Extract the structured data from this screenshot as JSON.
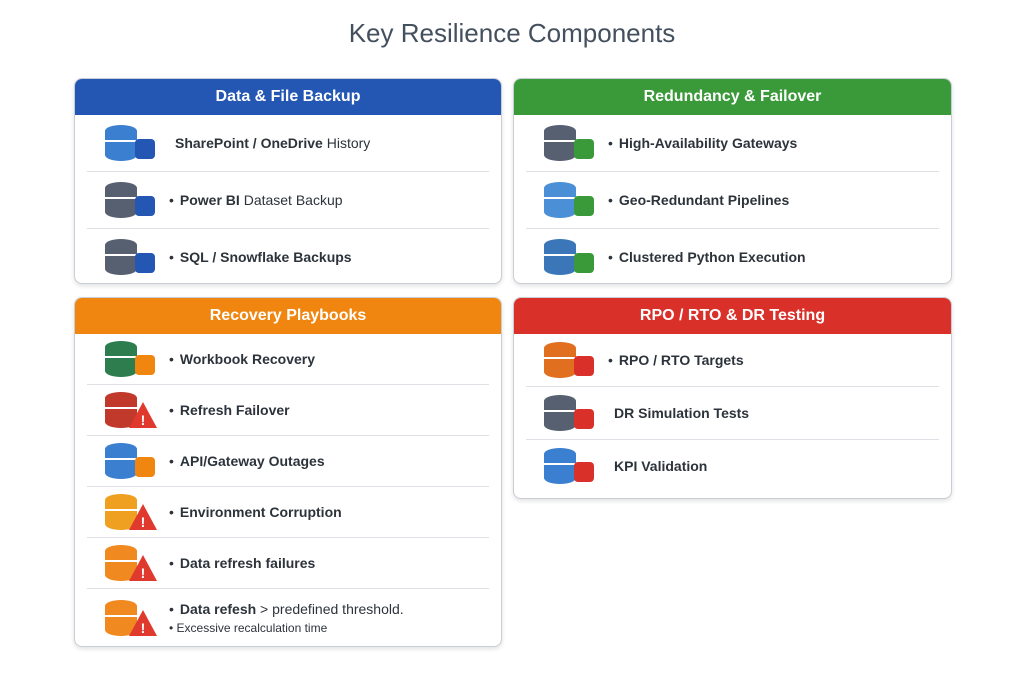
{
  "title": "Key Resilience Components",
  "cards": [
    {
      "title": "Data & File Backup",
      "color": "#2456b4",
      "items": [
        {
          "bold": "SharePoint / OneDrive",
          "rest": " History",
          "icon": "cloud-files-icon",
          "bullet": ""
        },
        {
          "bold": "Power BI",
          "rest": " Dataset Backup",
          "icon": "database-powerbi-icon",
          "bullet": "•"
        },
        {
          "bold": "SQL / Snowflake Backups",
          "rest": "",
          "icon": "database-snowflake-icon",
          "bullet": "•"
        }
      ]
    },
    {
      "title": "Redundancy & Failover",
      "color": "#3a9a3a",
      "items": [
        {
          "bold": "High-Availability Gateways",
          "rest": "",
          "icon": "database-upload-icon",
          "bullet": "•"
        },
        {
          "bold": "Geo-Redundant Pipelines",
          "rest": "",
          "icon": "cloud-pipeline-icon",
          "bullet": "•"
        },
        {
          "bold": "Clustered Python Execution",
          "rest": "",
          "icon": "python-cluster-icon",
          "bullet": "•"
        }
      ]
    },
    {
      "title": "Recovery Playbooks",
      "color": "#f0850f",
      "items": [
        {
          "bold": "Workbook Recovery",
          "rest": "",
          "icon": "excel-wrench-icon",
          "bullet": "•"
        },
        {
          "bold": "Refresh Failover",
          "rest": "",
          "icon": "database-alert-icon",
          "bullet": "•"
        },
        {
          "bold": "API/Gateway Outages",
          "rest": "",
          "icon": "cloud-gateway-icon",
          "bullet": "•"
        },
        {
          "bold": "Environment Corruption",
          "rest": "",
          "icon": "window-warning-icon",
          "bullet": "•"
        },
        {
          "bold": "Data refresh failures",
          "rest": "",
          "icon": "dashboard-warning-icon",
          "bullet": "•"
        },
        {
          "bold": "Data refesh",
          "rest": " > predefined threshold.",
          "sub": "• Excessive recalculation time",
          "icon": "database-warning-icon",
          "bullet": "•"
        }
      ]
    },
    {
      "title": "RPO / RTO & DR Testing",
      "color": "#d9302a",
      "items": [
        {
          "bold": "RPO / RTO Targets",
          "rest": "",
          "icon": "clipboard-clock-icon",
          "bullet": "•"
        },
        {
          "bold": "DR Simulation Tests",
          "rest": "",
          "icon": "server-shield-icon",
          "bullet": ""
        },
        {
          "bold": "KPI Validation",
          "rest": "",
          "icon": "chart-magnifier-icon",
          "bullet": ""
        }
      ]
    }
  ]
}
